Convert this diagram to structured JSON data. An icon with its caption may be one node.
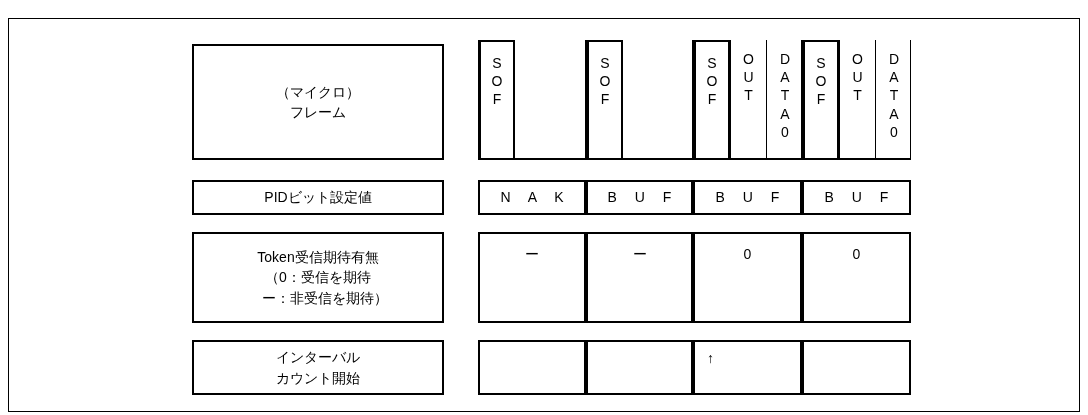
{
  "diagram": {
    "nodes": [
      {
        "text": [
          "（マイクロ）フレーム"
        ]
      },
      {
        "text": [],
        "shape": "box"
      },
      {
        "text": [
          "SOF"
        ],
        "in": 1
      },
      {
        "text": [],
        "shape": "box"
      },
      {
        "text": [
          "SOF"
        ],
        "in": 3
      },
      {
        "text": [],
        "shape": "box"
      },
      {
        "text": [
          "SOF"
        ],
        "in": 5
      },
      {
        "text": [
          "OUT"
        ],
        "in": 5
      },
      {
        "text": [
          "DATA0"
        ],
        "in": 5
      },
      {
        "text": [],
        "shape": "box"
      },
      {
        "text": [
          "SOF"
        ],
        "in": 9
      },
      {
        "text": [
          "OUT"
        ],
        "in": 9
      },
      {
        "text": [
          "DATA0"
        ],
        "in": 9
      },
      {
        "text": [
          "PIDビット設定値"
        ]
      },
      {
        "text": [
          "N A K"
        ]
      },
      {
        "text": [
          "B U F"
        ]
      },
      {
        "text": [
          "B U F"
        ]
      },
      {
        "text": [
          "B U F"
        ]
      },
      {
        "text": [
          "Token受信期待有無",
          "（0：受信を期待",
          "ー：非受信を期待）"
        ]
      },
      {
        "text": [
          "ー"
        ]
      },
      {
        "text": [
          "ー"
        ]
      },
      {
        "text": [
          "0"
        ]
      },
      {
        "text": [
          "0"
        ]
      },
      {
        "text": [
          "インターバルカウント開始"
        ]
      },
      {
        "text": [],
        "shape": "box"
      },
      {
        "text": [],
        "shape": "box"
      },
      {
        "text": [
          "↑"
        ]
      },
      {
        "text": [],
        "shape": "box"
      }
    ]
  }
}
